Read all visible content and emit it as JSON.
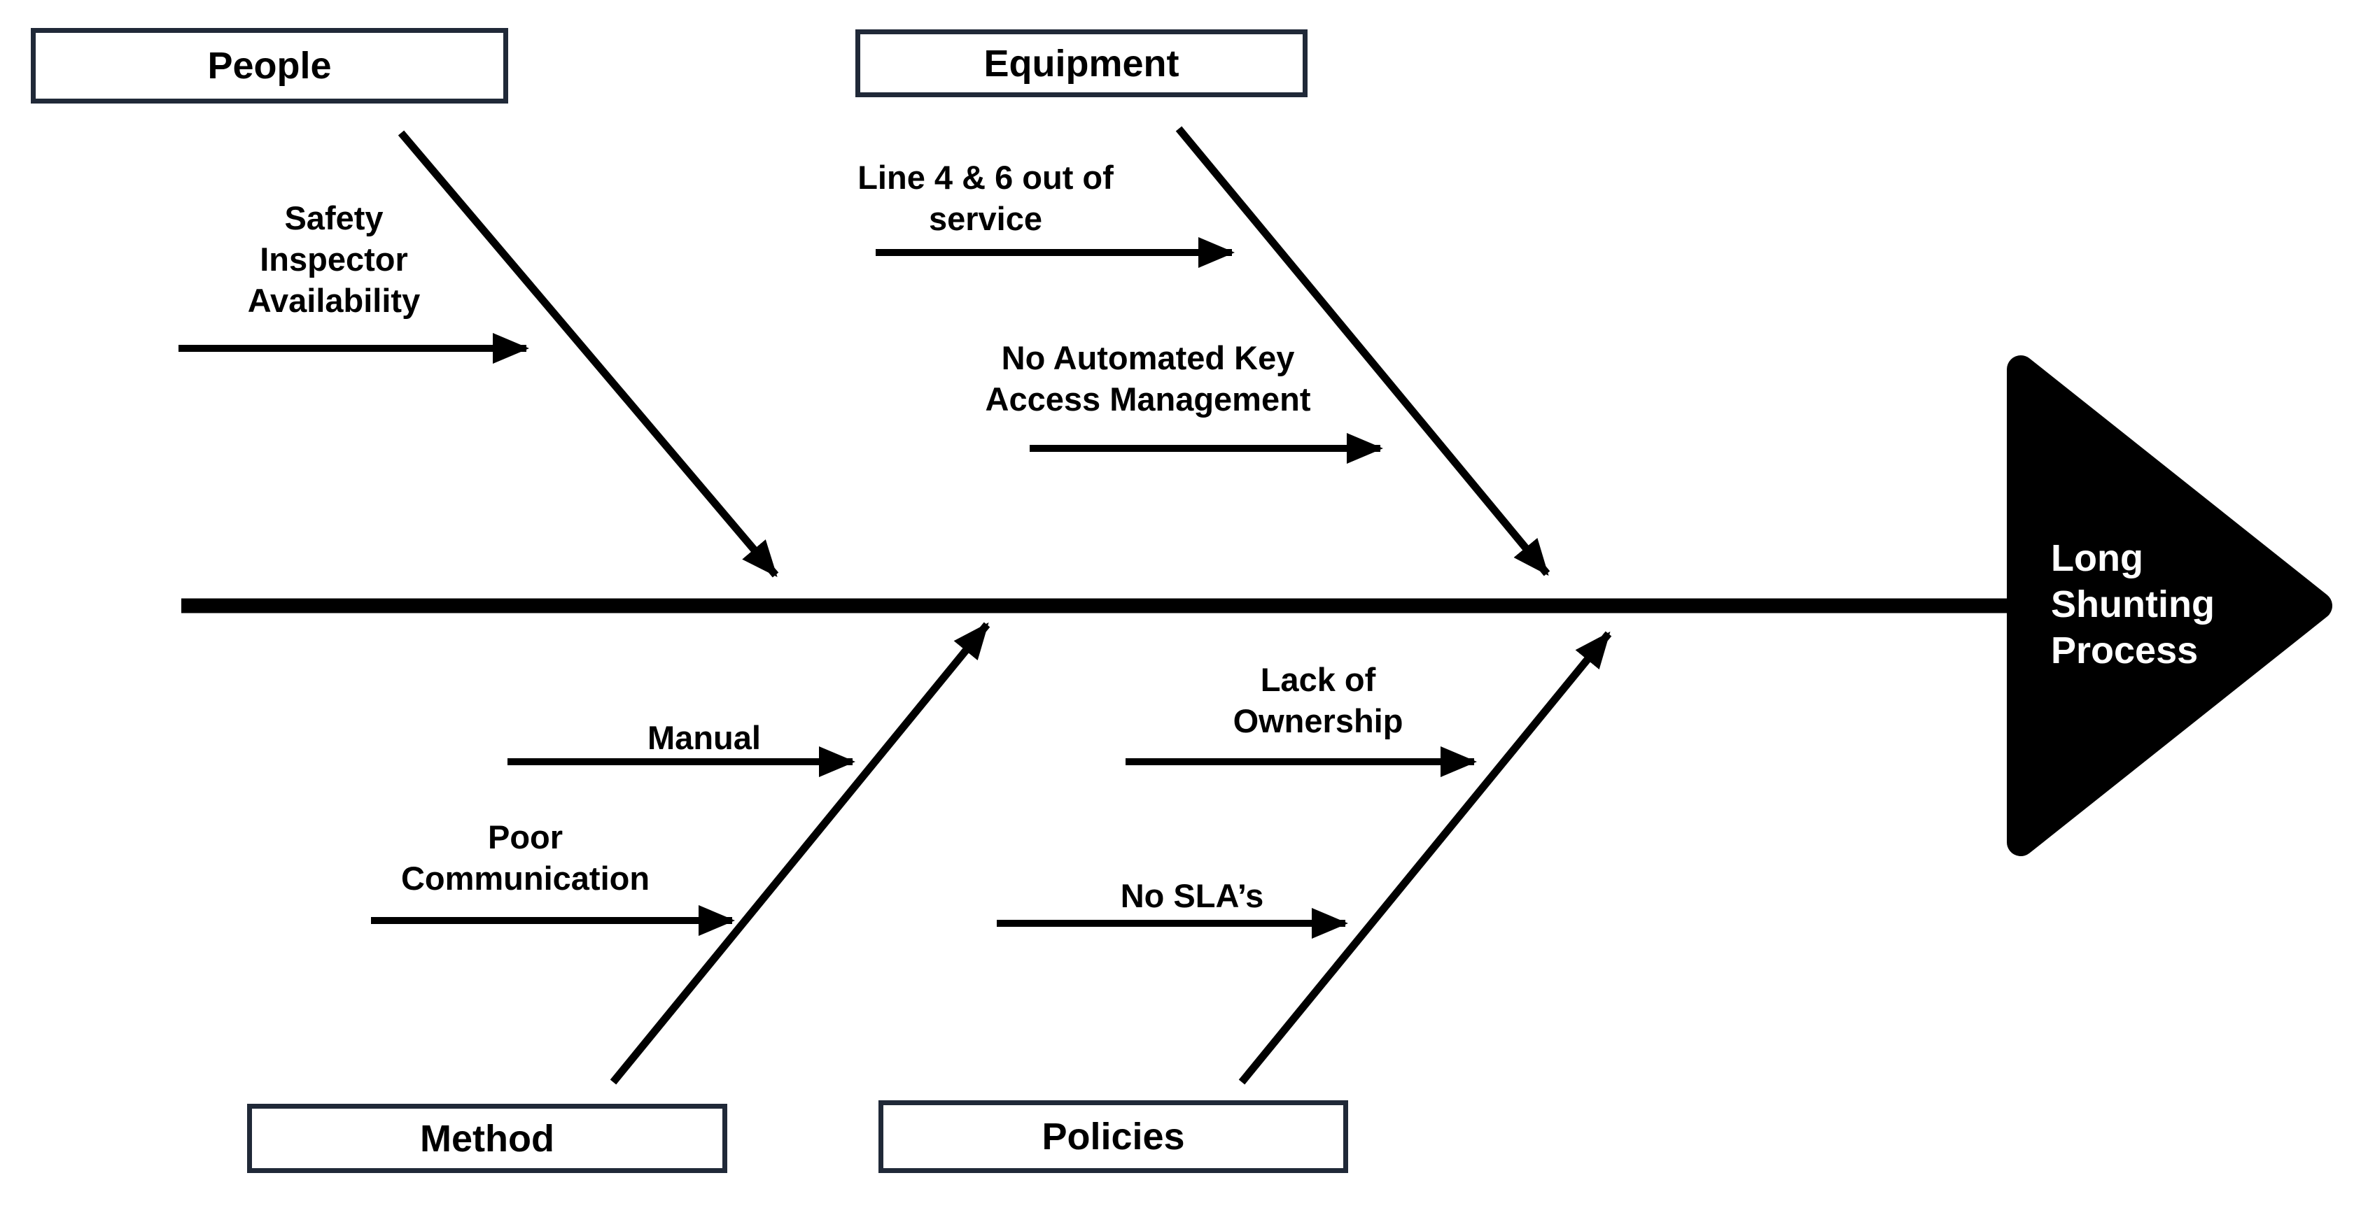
{
  "diagram": {
    "type": "fishbone",
    "effect": {
      "label": "Long\nShunting\nProcess"
    },
    "categories": [
      {
        "id": "people",
        "label": "People"
      },
      {
        "id": "equipment",
        "label": "Equipment"
      },
      {
        "id": "method",
        "label": "Method"
      },
      {
        "id": "policies",
        "label": "Policies"
      }
    ],
    "causes": [
      {
        "category": "people",
        "label": "Safety\nInspector\nAvailability"
      },
      {
        "category": "equipment",
        "label": "Line 4 & 6 out of\nservice"
      },
      {
        "category": "equipment",
        "label": "No Automated Key\nAccess Management"
      },
      {
        "category": "method",
        "label": "Manual"
      },
      {
        "category": "method",
        "label": "Poor\nCommunication"
      },
      {
        "category": "policies",
        "label": "Lack of\nOwnership"
      },
      {
        "category": "policies",
        "label": "No SLA’s"
      }
    ],
    "colors": {
      "ink": "#000000",
      "box_border": "#202938",
      "background": "#ffffff",
      "effect_text": "#ffffff"
    }
  }
}
